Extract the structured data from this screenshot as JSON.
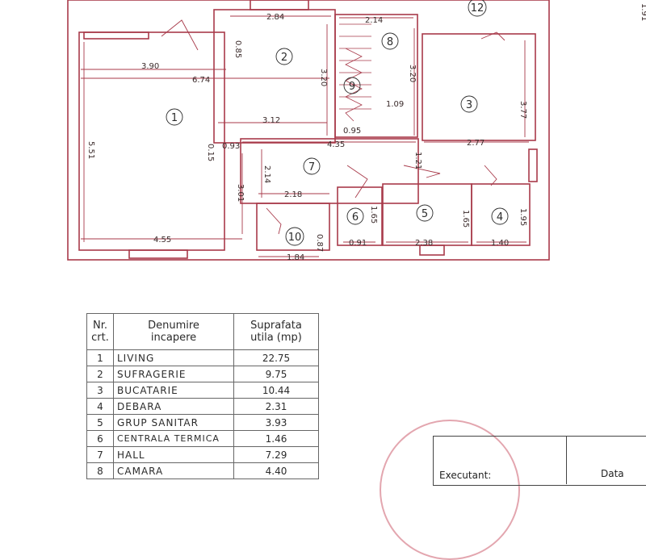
{
  "plan": {
    "dimensions": [
      "2.84",
      "0.85",
      "2.14",
      "3.90",
      "6.74",
      "3.20",
      "3.20",
      "1.09",
      "3.77",
      "0.95",
      "3.12",
      "4.35",
      "2.77",
      "0.93",
      "0.15",
      "1.21",
      "5.51",
      "2.14",
      "3.01",
      "2.18",
      "1.65",
      "1.65",
      "1.95",
      "4.55",
      "1.84",
      "0.87",
      "0.91",
      "2.38",
      "1.40",
      "1.91"
    ],
    "rooms": [
      "1",
      "2",
      "3",
      "4",
      "5",
      "6",
      "7",
      "8",
      "9",
      "10",
      "12"
    ]
  },
  "table": {
    "headers": {
      "nr": "Nr.\ncrt.",
      "name": "Denumire\nincapere",
      "area": "Suprafata\nutila (mp)"
    },
    "rows": [
      {
        "nr": "1",
        "name": "LIVING",
        "area": "22.75"
      },
      {
        "nr": "2",
        "name": "SUFRAGERIE",
        "area": "9.75"
      },
      {
        "nr": "3",
        "name": "BUCATARIE",
        "area": "10.44"
      },
      {
        "nr": "4",
        "name": "DEBARA",
        "area": "2.31"
      },
      {
        "nr": "5",
        "name": "GRUP SANITAR",
        "area": "3.93"
      },
      {
        "nr": "6",
        "name": "CENTRALA TERMICA",
        "area": "1.46"
      },
      {
        "nr": "7",
        "name": "HALL",
        "area": "7.29"
      },
      {
        "nr": "8",
        "name": "CAMARA",
        "area": "4.40"
      }
    ]
  },
  "title_block": {
    "executant": "Executant:",
    "data": "Data"
  },
  "colors": {
    "lines": "#a83a4a",
    "text": "#2b2b2b",
    "stamp": "#d06a7a"
  }
}
